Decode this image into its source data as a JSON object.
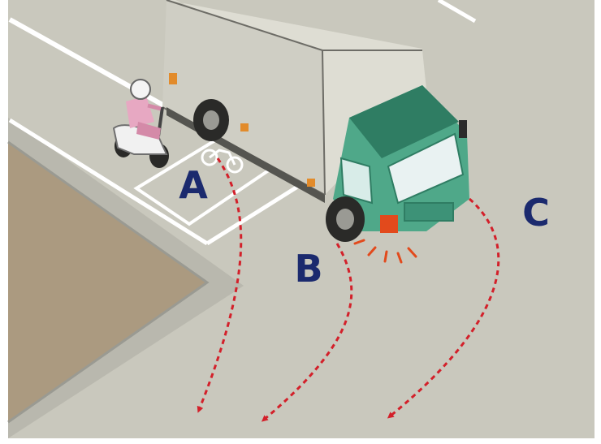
{
  "labels": {
    "a": "A",
    "b": "B",
    "c": "C"
  },
  "colors": {
    "pavement": "#c9c8bd",
    "field": "#ab9a80",
    "curb": "#b9b8ae",
    "lane_line": "#ffffff",
    "truck_cab": "#4fa889",
    "truck_cab_dark": "#2f7d63",
    "truck_box": "#deddd3",
    "truck_box_side": "#cfcec4",
    "label": "#1b2a6e",
    "path_arrow": "#d3202a",
    "turn_signal": "#e24a1c",
    "rider_jacket": "#e7a8c2",
    "scooter": "#f1f1f1"
  },
  "icons": [
    "motorcycle-lane-marking-icon",
    "turn-signal-flash-icon"
  ]
}
